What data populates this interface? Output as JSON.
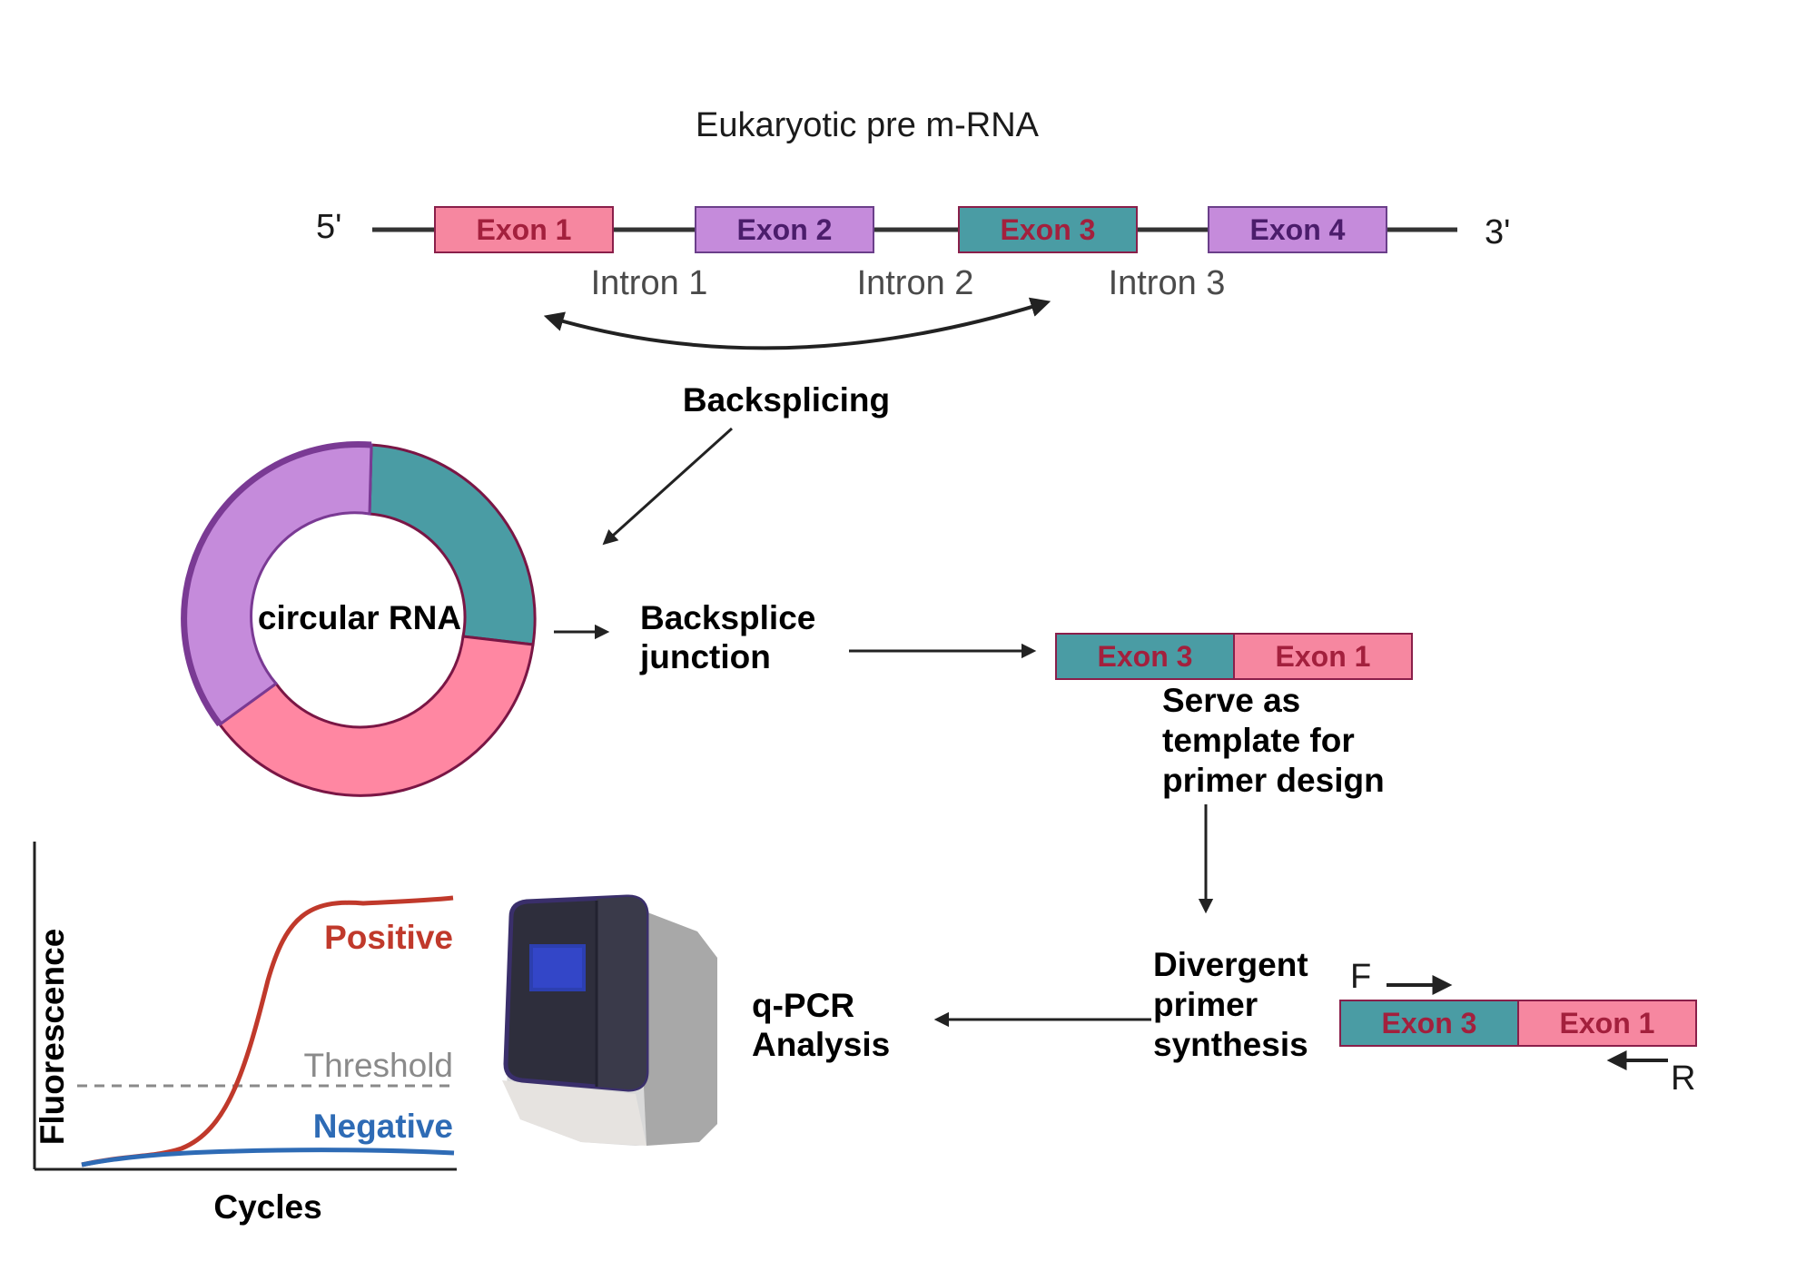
{
  "title": "Eukaryotic pre m-RNA",
  "strand": {
    "five_prime": "5'",
    "three_prime": "3'"
  },
  "exons": [
    {
      "label": "Exon 1",
      "fill": "#F687A0",
      "text_color": "#A3203D"
    },
    {
      "label": "Exon 2",
      "fill": "#C58BDB",
      "text_color": "#4B1D6B"
    },
    {
      "label": "Exon 3",
      "fill": "#4A9CA4",
      "text_color": "#A3203D"
    },
    {
      "label": "Exon 4",
      "fill": "#C58BDB",
      "text_color": "#4B1D6B"
    }
  ],
  "introns": [
    "Intron 1",
    "Intron 2",
    "Intron 3"
  ],
  "backsplicing_label": "Backsplicing",
  "circular_rna": {
    "label": "circular RNA",
    "segments": [
      {
        "name": "Exon 3",
        "color": "#4A9CA4"
      },
      {
        "name": "Exon 1",
        "color": "#FF87A2"
      },
      {
        "name": "Exon 2",
        "color": "#C58BDB"
      }
    ]
  },
  "backsplice_junction": {
    "line1": "Backsplice",
    "line2": "junction"
  },
  "junction_pair": [
    "Exon 3",
    "Exon 1"
  ],
  "template_note": {
    "line1": "Serve as",
    "line2": "template for",
    "line3": "primer design"
  },
  "divergent": {
    "line1": "Divergent",
    "line2": "primer",
    "line3": "synthesis"
  },
  "primers": {
    "forward": "F",
    "reverse": "R"
  },
  "qpcr": {
    "line1": "q-PCR",
    "line2": "Analysis"
  },
  "chart_data": {
    "type": "line",
    "xlabel": "Cycles",
    "ylabel": "Fluorescence",
    "series": [
      {
        "name": "Positive",
        "color": "#C0392B"
      },
      {
        "name": "Negative",
        "color": "#2E6BB5"
      }
    ],
    "threshold_label": "Threshold",
    "threshold_color": "#8A8A8A"
  },
  "colors": {
    "arrow": "#222222",
    "axis": "#222222"
  }
}
